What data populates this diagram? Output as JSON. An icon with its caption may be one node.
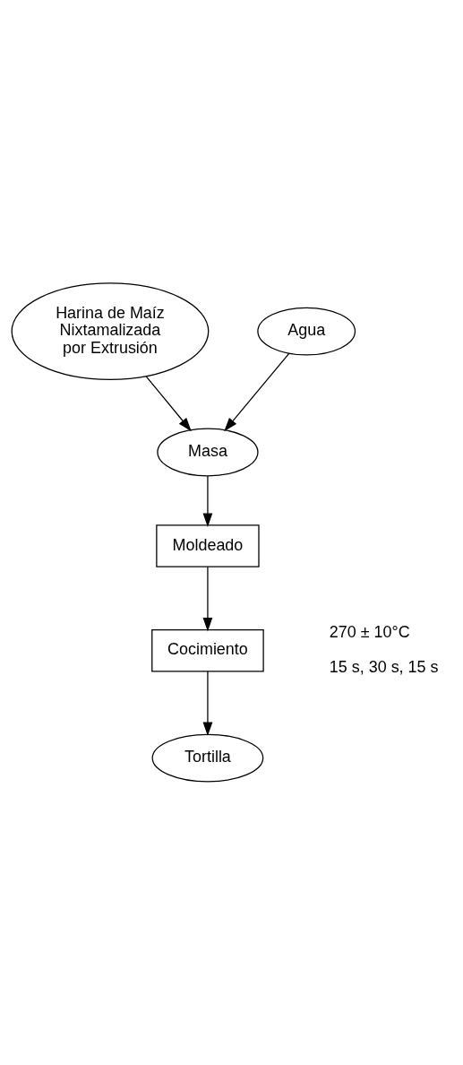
{
  "diagram": {
    "nodes": [
      {
        "text": [
          "Harina de Maíz Nixtamalizada por Extrusión"
        ]
      },
      {
        "text": [
          "Agua"
        ]
      },
      {
        "text": [
          "Masa"
        ]
      },
      {
        "text": [
          "Moldeado"
        ]
      },
      {
        "text": [
          "Cocimiento"
        ],
        "beside": [
          "270 ± 10°C",
          "15 s, 30 s, 15 s"
        ]
      },
      {
        "text": [
          "Tortilla"
        ]
      }
    ],
    "edges": [
      {
        "from": 0,
        "to": 2,
        "arrow": "to"
      },
      {
        "from": 1,
        "to": 2,
        "arrow": "to"
      },
      {
        "from": 2,
        "to": 3,
        "arrow": "to"
      },
      {
        "from": 3,
        "to": 4,
        "arrow": "to"
      },
      {
        "from": 4,
        "to": 5,
        "arrow": "to"
      }
    ]
  }
}
